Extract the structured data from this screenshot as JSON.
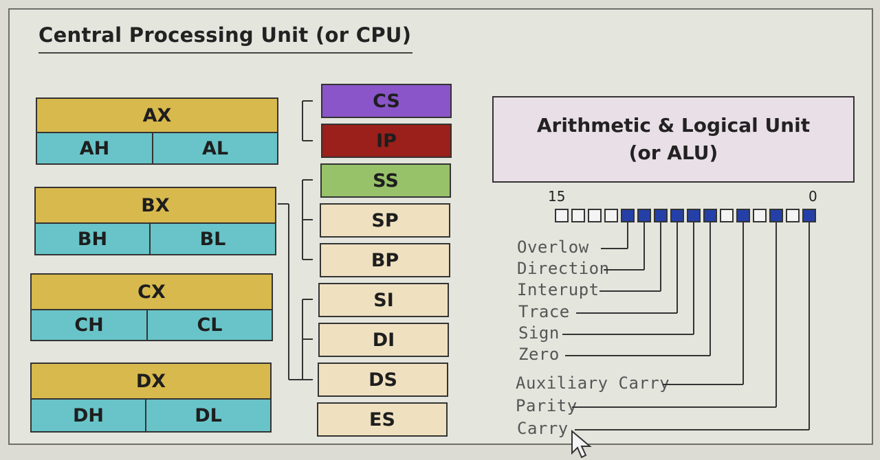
{
  "title": "Central Processing Unit (or CPU)",
  "general_registers": [
    {
      "full": "AX",
      "high": "AH",
      "low": "AL"
    },
    {
      "full": "BX",
      "high": "BH",
      "low": "BL"
    },
    {
      "full": "CX",
      "high": "CH",
      "low": "CL"
    },
    {
      "full": "DX",
      "high": "DH",
      "low": "DL"
    }
  ],
  "segment_registers": [
    {
      "label": "CS",
      "color": "#8a55c8"
    },
    {
      "label": "IP",
      "color": "#9b1f1a"
    },
    {
      "label": "SS",
      "color": "#97c26a"
    },
    {
      "label": "SP",
      "color": "#efe1c0"
    },
    {
      "label": "BP",
      "color": "#efe1c0"
    },
    {
      "label": "SI",
      "color": "#efe1c0"
    },
    {
      "label": "DI",
      "color": "#efe1c0"
    },
    {
      "label": "DS",
      "color": "#efe1c0"
    },
    {
      "label": "ES",
      "color": "#efe1c0"
    }
  ],
  "alu": {
    "line1": "Arithmetic & Logical Unit",
    "line2": "(or ALU)"
  },
  "flags_register": {
    "bit_high_label": "15",
    "bit_low_label": "0",
    "bits": [
      0,
      0,
      0,
      0,
      1,
      1,
      1,
      1,
      1,
      1,
      0,
      1,
      0,
      1,
      0,
      1
    ],
    "set_color": "#2440a8",
    "clear_color": "#f4f4f4"
  },
  "flags": [
    {
      "name": "Overlow",
      "bit": 11
    },
    {
      "name": "Direction",
      "bit": 10
    },
    {
      "name": "Interupt",
      "bit": 9
    },
    {
      "name": "Trace",
      "bit": 8
    },
    {
      "name": "Sign",
      "bit": 7
    },
    {
      "name": "Zero",
      "bit": 6
    },
    {
      "name": "Auxiliary Carry",
      "bit": 4
    },
    {
      "name": "Parity",
      "bit": 2
    },
    {
      "name": "Carry",
      "bit": 0
    }
  ]
}
